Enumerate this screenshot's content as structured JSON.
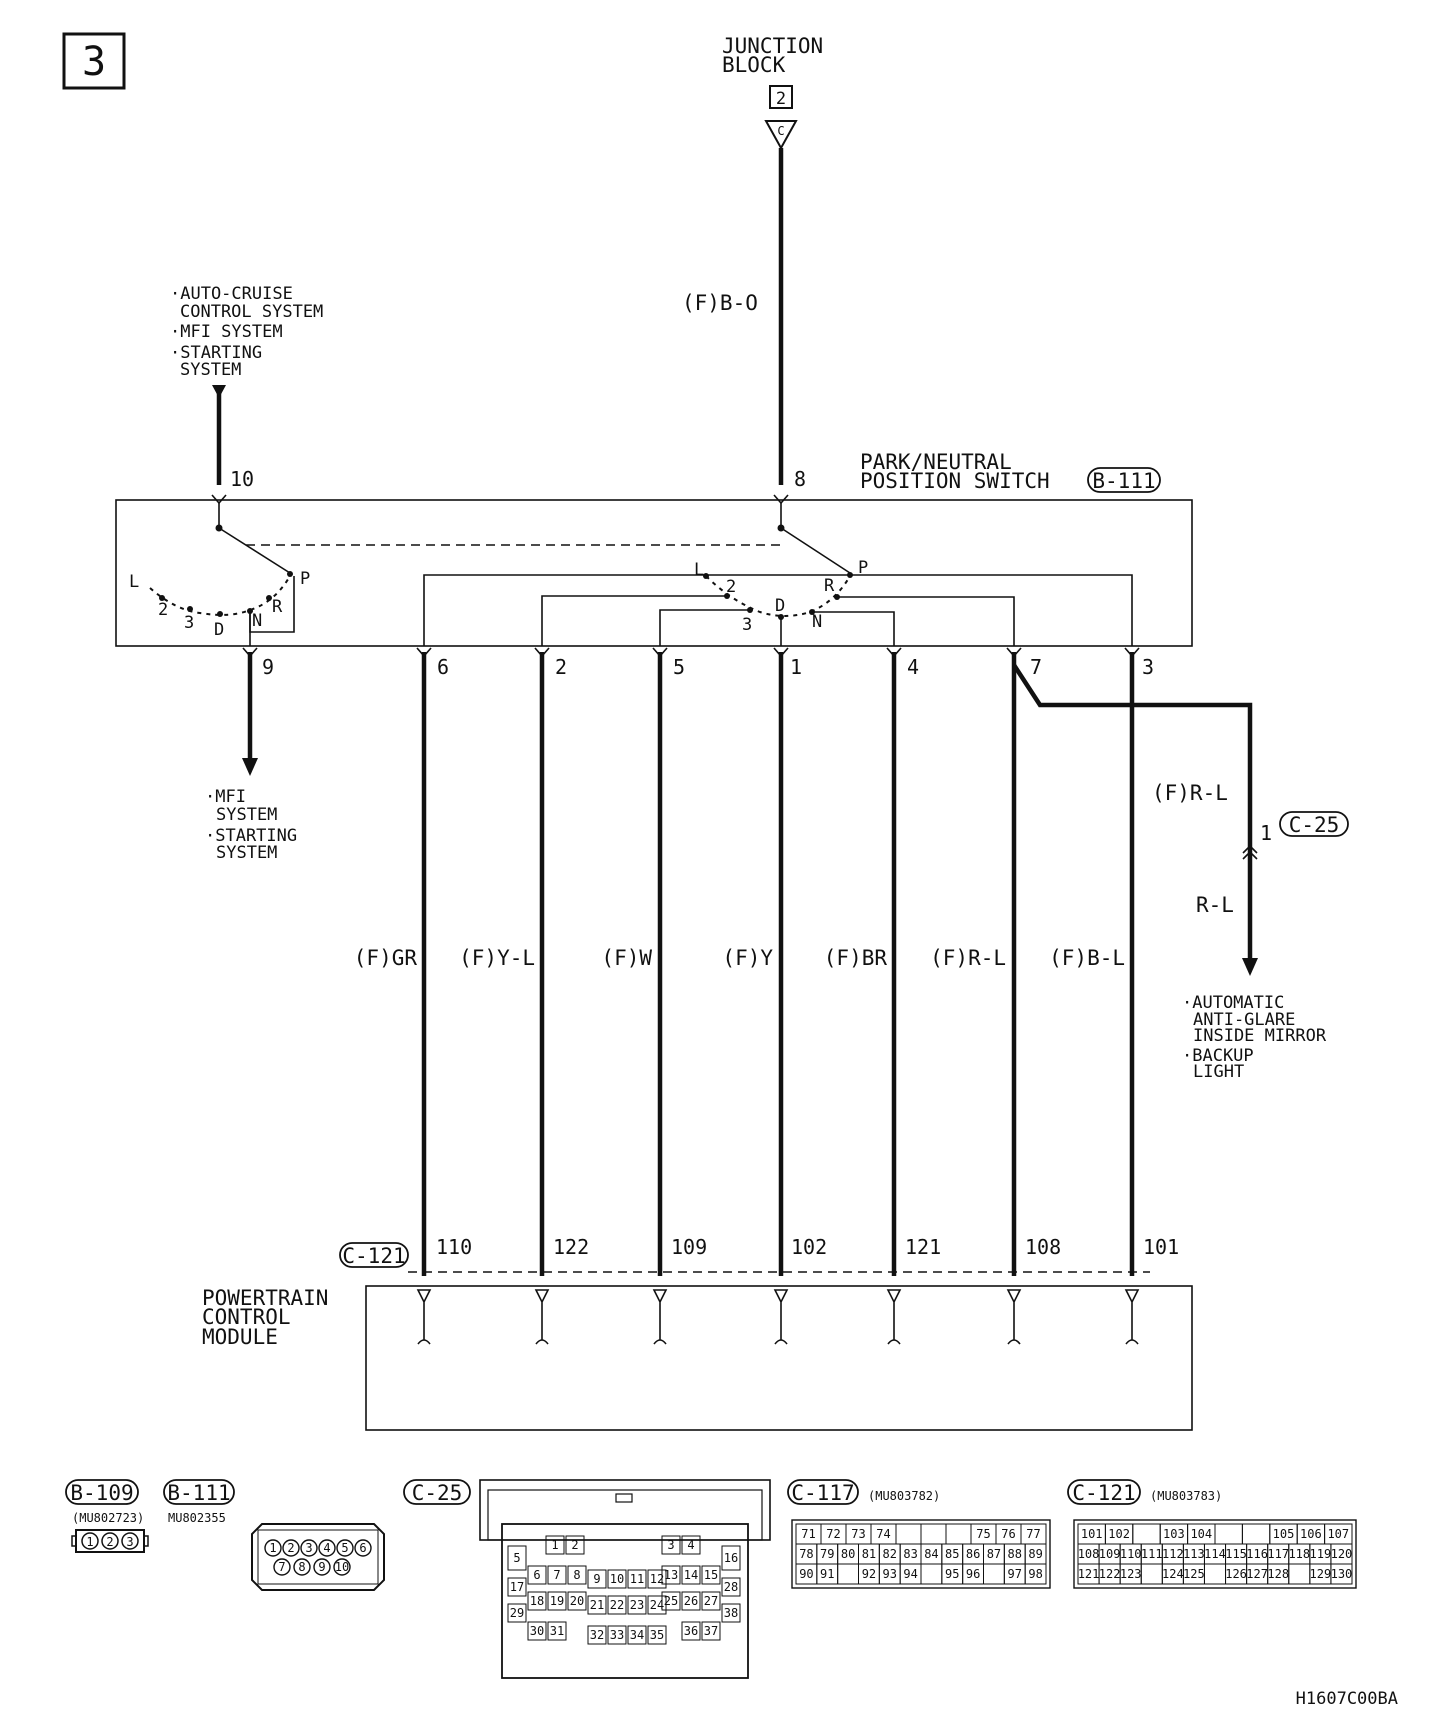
{
  "page_number": "3",
  "junction_block": {
    "title_line1": "JUNCTION",
    "title_line2": "BLOCK",
    "box_number": "2",
    "terminal": "C",
    "wire": "(F)B-O"
  },
  "top_left_destinations": [
    "·AUTO-CRUISE",
    "CONTROL SYSTEM",
    "·MFI SYSTEM",
    "·STARTING",
    "SYSTEM"
  ],
  "switch": {
    "title_line1": "PARK/NEUTRAL",
    "title_line2": "POSITION SWITCH",
    "connector": "B-111",
    "pin_top_left": "10",
    "pin_top_right": "8",
    "left_positions": [
      "L",
      "2",
      "3",
      "D",
      "N",
      "R",
      "P"
    ],
    "right_positions": [
      "L",
      "2",
      "3",
      "D",
      "N",
      "R",
      "P"
    ]
  },
  "left_output": {
    "pin": "9",
    "destinations": [
      "·MFI",
      "SYSTEM",
      "·STARTING",
      "SYSTEM"
    ]
  },
  "wires": [
    {
      "pin": "6",
      "color": "(F)GR",
      "pcm_pin": "110"
    },
    {
      "pin": "2",
      "color": "(F)Y-L",
      "pcm_pin": "122"
    },
    {
      "pin": "5",
      "color": "(F)W",
      "pcm_pin": "109"
    },
    {
      "pin": "1",
      "color": "(F)Y",
      "pcm_pin": "102"
    },
    {
      "pin": "4",
      "color": "(F)BR",
      "pcm_pin": "121"
    },
    {
      "pin": "7",
      "color": "(F)R-L",
      "pcm_pin": "108"
    },
    {
      "pin": "3",
      "color": "(F)B-L",
      "pcm_pin": "101"
    }
  ],
  "branch": {
    "wire_upper": "(F)R-L",
    "connector_pin": "1",
    "connector": "C-25",
    "wire_lower": "R-L",
    "destinations": [
      "·AUTOMATIC",
      "ANTI-GLARE",
      "INSIDE MIRROR",
      "·BACKUP",
      "LIGHT"
    ]
  },
  "pcm": {
    "connector": "C-121",
    "title_line1": "POWERTRAIN",
    "title_line2": "CONTROL",
    "title_line3": "MODULE"
  },
  "connector_views": {
    "b109": {
      "name": "B-109",
      "part": "(MU802723)",
      "pins": [
        "1",
        "2",
        "3"
      ]
    },
    "b111": {
      "name": "B-111",
      "part": "MU802355",
      "pins_row1": [
        "1",
        "2",
        "3",
        "4",
        "5",
        "6"
      ],
      "pins_row2": [
        "7",
        "8",
        "9",
        "10"
      ]
    },
    "c25": {
      "name": "C-25"
    },
    "c117": {
      "name": "C-117",
      "part": "(MU803782)",
      "rows": [
        [
          "71",
          "72",
          "73",
          "74",
          "",
          "",
          "",
          "75",
          "76",
          "77"
        ],
        [
          "78",
          "79",
          "80",
          "81",
          "82",
          "83",
          "84",
          "85",
          "86",
          "87",
          "88",
          "89"
        ],
        [
          "90",
          "91",
          "",
          "92",
          "93",
          "94",
          "",
          "95",
          "96",
          "",
          "97",
          "98"
        ]
      ]
    },
    "c121": {
      "name": "C-121",
      "part": "(MU803783)",
      "rows": [
        [
          "101",
          "102",
          "",
          "103",
          "104",
          "",
          "",
          "105",
          "106",
          "107"
        ],
        [
          "108",
          "109",
          "110",
          "111",
          "112",
          "113",
          "114",
          "115",
          "116",
          "117",
          "118",
          "119",
          "120"
        ],
        [
          "121",
          "122",
          "123",
          "",
          "124",
          "125",
          "",
          "126",
          "127",
          "128",
          "",
          "129",
          "130"
        ]
      ]
    }
  },
  "figure_code": "H1607C00BA"
}
